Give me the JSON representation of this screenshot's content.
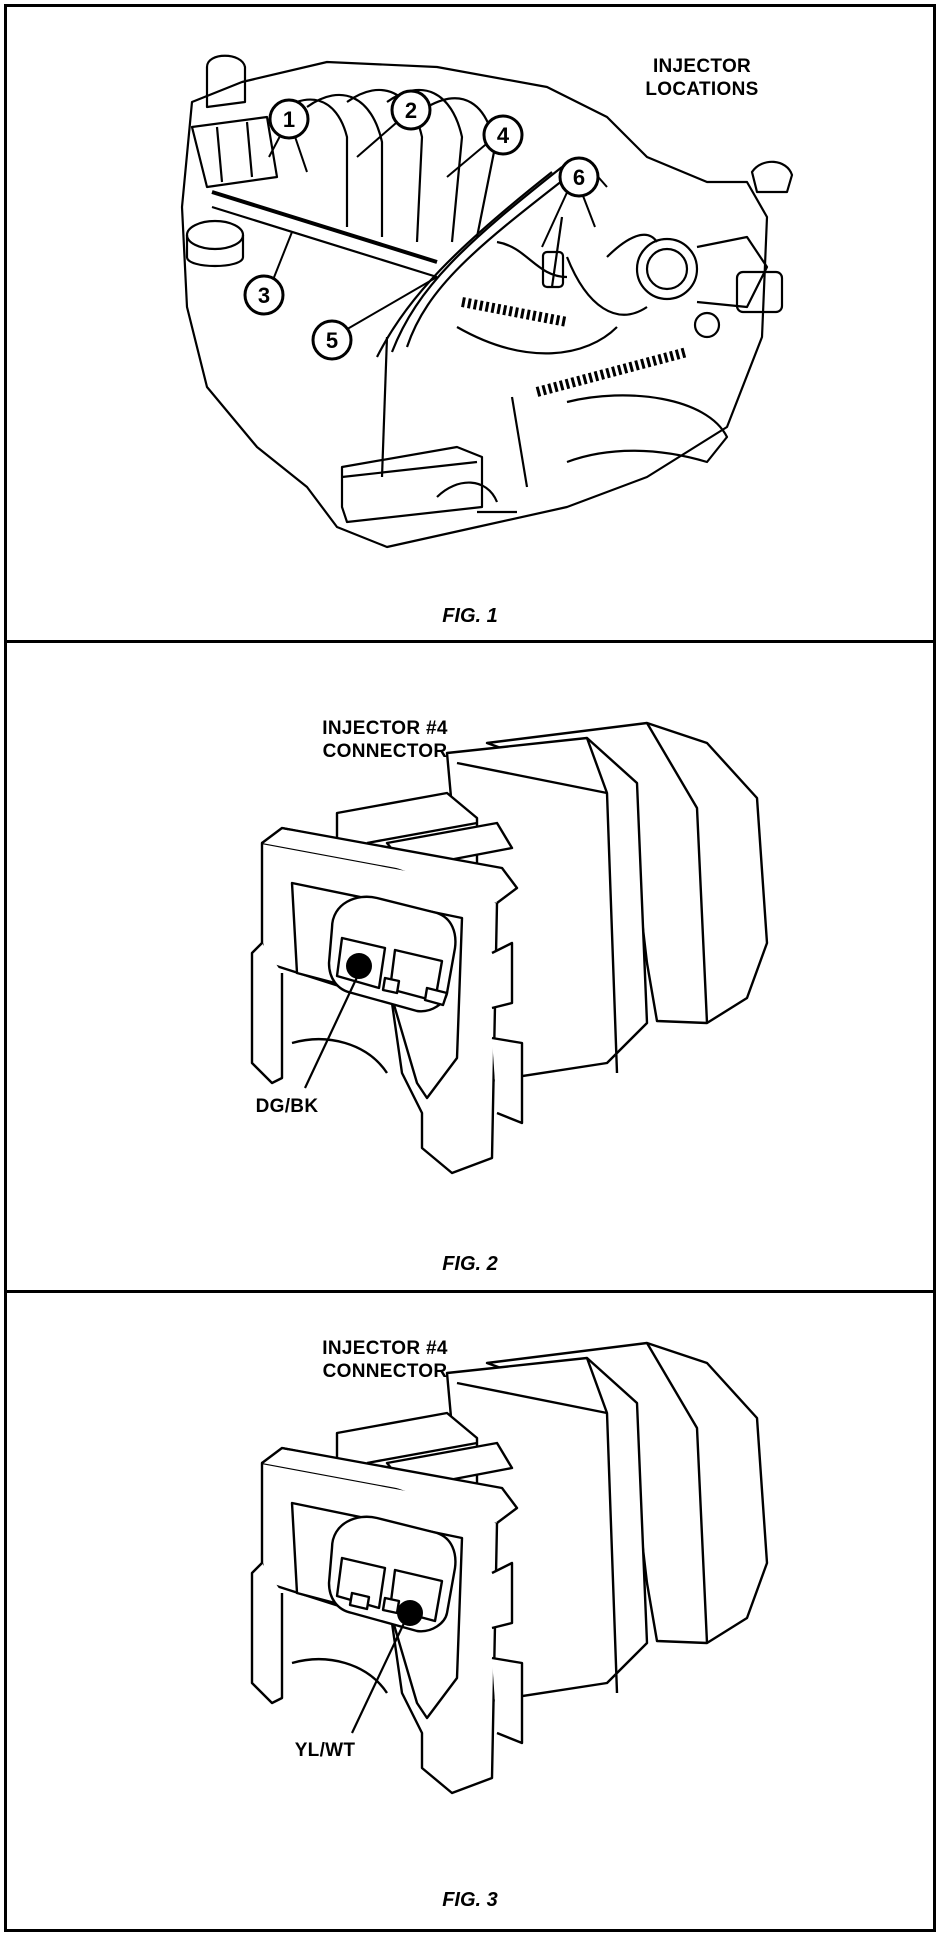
{
  "fig1": {
    "caption": "FIG. 1",
    "title_line1": "INJECTOR",
    "title_line2": "LOCATIONS",
    "callouts": [
      "1",
      "2",
      "3",
      "4",
      "5",
      "6"
    ]
  },
  "fig2": {
    "caption": "FIG. 2",
    "title_line1": "INJECTOR #4",
    "title_line2": "CONNECTOR",
    "wire_label": "DG/BK"
  },
  "fig3": {
    "caption": "FIG. 3",
    "title_line1": "INJECTOR #4",
    "title_line2": "CONNECTOR",
    "wire_label": "YL/WT"
  }
}
